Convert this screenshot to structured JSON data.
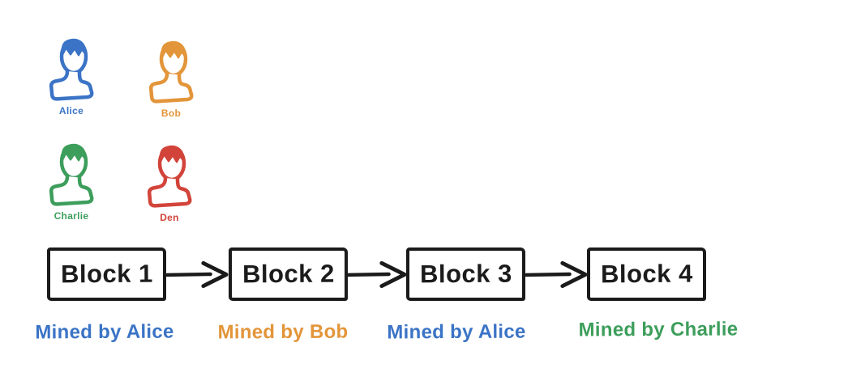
{
  "colors": {
    "ink": "#1b1b1b",
    "background": "#ffffff"
  },
  "miners": [
    {
      "name": "Alice",
      "color": "#3b74c6"
    },
    {
      "name": "Bob",
      "color": "#e3953a"
    },
    {
      "name": "Charlie",
      "color": "#3d9e5c"
    },
    {
      "name": "Den",
      "color": "#d2443a"
    }
  ],
  "blockchain": {
    "blocks": [
      {
        "label": "Block 1",
        "mined_by": "Mined by Alice",
        "color": "#3b74c6"
      },
      {
        "label": "Block 2",
        "mined_by": "Mined by Bob",
        "color": "#e3953a"
      },
      {
        "label": "Block 3",
        "mined_by": "Mined by Alice",
        "color": "#3b74c6"
      },
      {
        "label": "Block 4",
        "mined_by": "Mined by Charlie",
        "color": "#3d9e5c"
      }
    ]
  }
}
